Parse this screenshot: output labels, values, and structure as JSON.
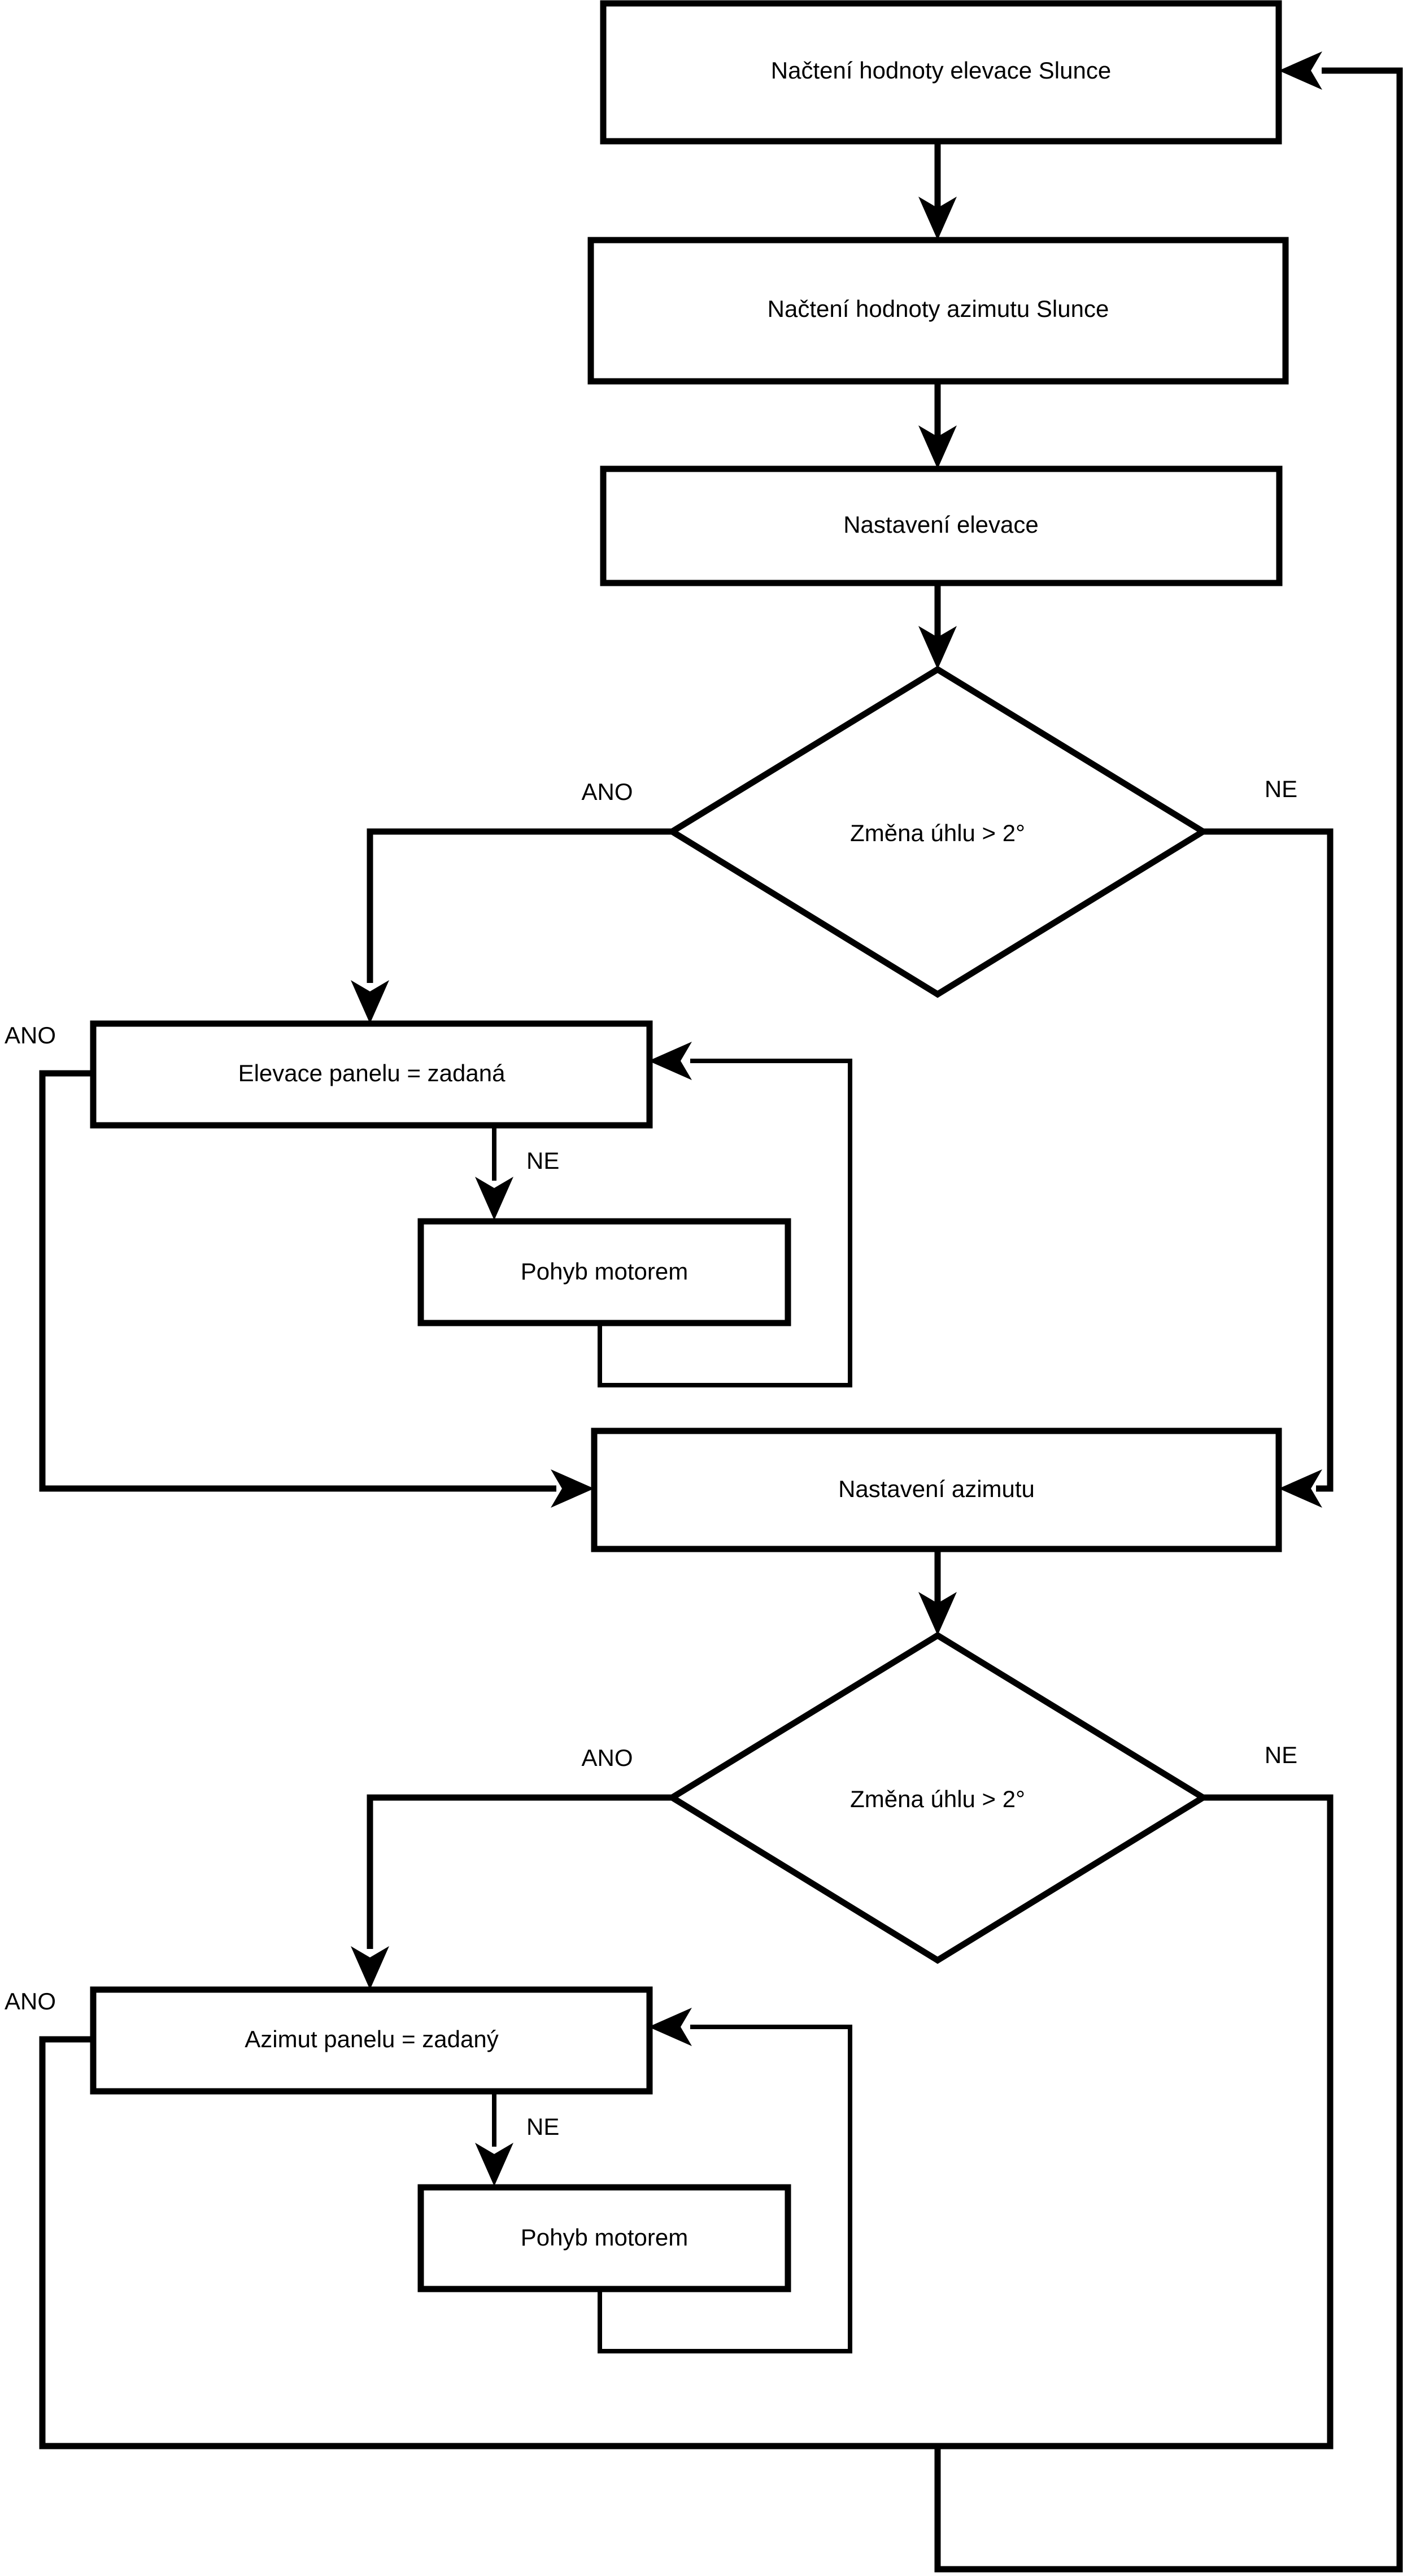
{
  "diagram": {
    "type": "flowchart",
    "language": "cs",
    "title": "Solar panel tracking control flowchart",
    "background_color": "#ffffff",
    "line_color": "#000000",
    "node_fill": "#ffffff"
  },
  "nodes": [
    {
      "id": "read_elevation",
      "shape": "process",
      "label": "Načtení hodnoty elevace Slunce"
    },
    {
      "id": "read_azimuth",
      "shape": "process",
      "label": "Načtení hodnoty azimutu Slunce"
    },
    {
      "id": "set_elevation",
      "shape": "process",
      "label": "Nastavení elevace"
    },
    {
      "id": "decision_elev",
      "shape": "decision",
      "label": "Změna úhlu > 2°"
    },
    {
      "id": "panel_elev_equal",
      "shape": "process",
      "label": "Elevace panelu = zadaná"
    },
    {
      "id": "motor_move_elev",
      "shape": "process",
      "label": "Pohyb motorem"
    },
    {
      "id": "set_azimuth",
      "shape": "process",
      "label": "Nastavení azimutu"
    },
    {
      "id": "decision_azim",
      "shape": "decision",
      "label": "Změna úhlu > 2°"
    },
    {
      "id": "panel_azim_equal",
      "shape": "process",
      "label": "Azimut panelu = zadaný"
    },
    {
      "id": "motor_move_azim",
      "shape": "process",
      "label": "Pohyb motorem"
    }
  ],
  "edge_labels": {
    "decision_elev_yes": "ANO",
    "decision_elev_no": "NE",
    "panel_elev_yes": "ANO",
    "panel_elev_no": "NE",
    "decision_azim_yes": "ANO",
    "decision_azim_no": "NE",
    "panel_azim_yes": "ANO",
    "panel_azim_no": "NE"
  },
  "edges": [
    {
      "from": "read_elevation",
      "to": "read_azimuth",
      "label": ""
    },
    {
      "from": "read_azimuth",
      "to": "set_elevation",
      "label": ""
    },
    {
      "from": "set_elevation",
      "to": "decision_elev",
      "label": ""
    },
    {
      "from": "decision_elev",
      "to": "panel_elev_equal",
      "label": "ANO"
    },
    {
      "from": "decision_elev",
      "to": "set_azimuth",
      "label": "NE"
    },
    {
      "from": "panel_elev_equal",
      "to": "set_azimuth",
      "label": "ANO"
    },
    {
      "from": "panel_elev_equal",
      "to": "motor_move_elev",
      "label": "NE"
    },
    {
      "from": "motor_move_elev",
      "to": "panel_elev_equal",
      "label": ""
    },
    {
      "from": "set_azimuth",
      "to": "decision_azim",
      "label": ""
    },
    {
      "from": "decision_azim",
      "to": "panel_azim_equal",
      "label": "ANO"
    },
    {
      "from": "decision_azim",
      "to": "read_elevation",
      "label": "NE"
    },
    {
      "from": "panel_azim_equal",
      "to": "read_elevation",
      "label": "ANO"
    },
    {
      "from": "panel_azim_equal",
      "to": "motor_move_azim",
      "label": "NE"
    },
    {
      "from": "motor_move_azim",
      "to": "panel_azim_equal",
      "label": ""
    }
  ]
}
